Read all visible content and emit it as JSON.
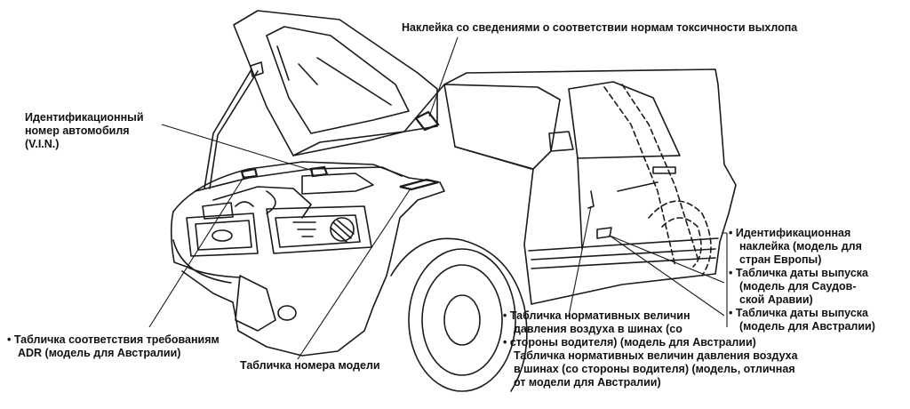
{
  "labels": {
    "emission": "Наклейка со сведениями о соответствии нормам токсичности выхлопа",
    "vin": [
      "Идентификационный",
      "номер автомобиля",
      "(V.I.N.)"
    ],
    "adr": [
      "Табличка соответствия требованиям",
      "ADR (модель для Австралии)"
    ],
    "model": "Табличка номера модели",
    "tire": [
      "Табличка нормативных величин",
      "давления воздуха в шинах (со",
      "стороны водителя) (модель для Австралии)",
      "Табличка нормативных величин давления воздуха",
      "в шинах (со стороны водителя) (модель, отличная",
      "от модели для Австралии)"
    ],
    "right": [
      "Идентификационная",
      "наклейка (модель для",
      "стран Европы)",
      "Табличка даты выпуска",
      "(модель для Саудов-",
      "ской Аравии)",
      "Табличка даты выпуска",
      "(модель для Австралии)"
    ]
  },
  "colors": {
    "line": "#1a1a1a",
    "text": "#111111",
    "background": "#ffffff"
  }
}
